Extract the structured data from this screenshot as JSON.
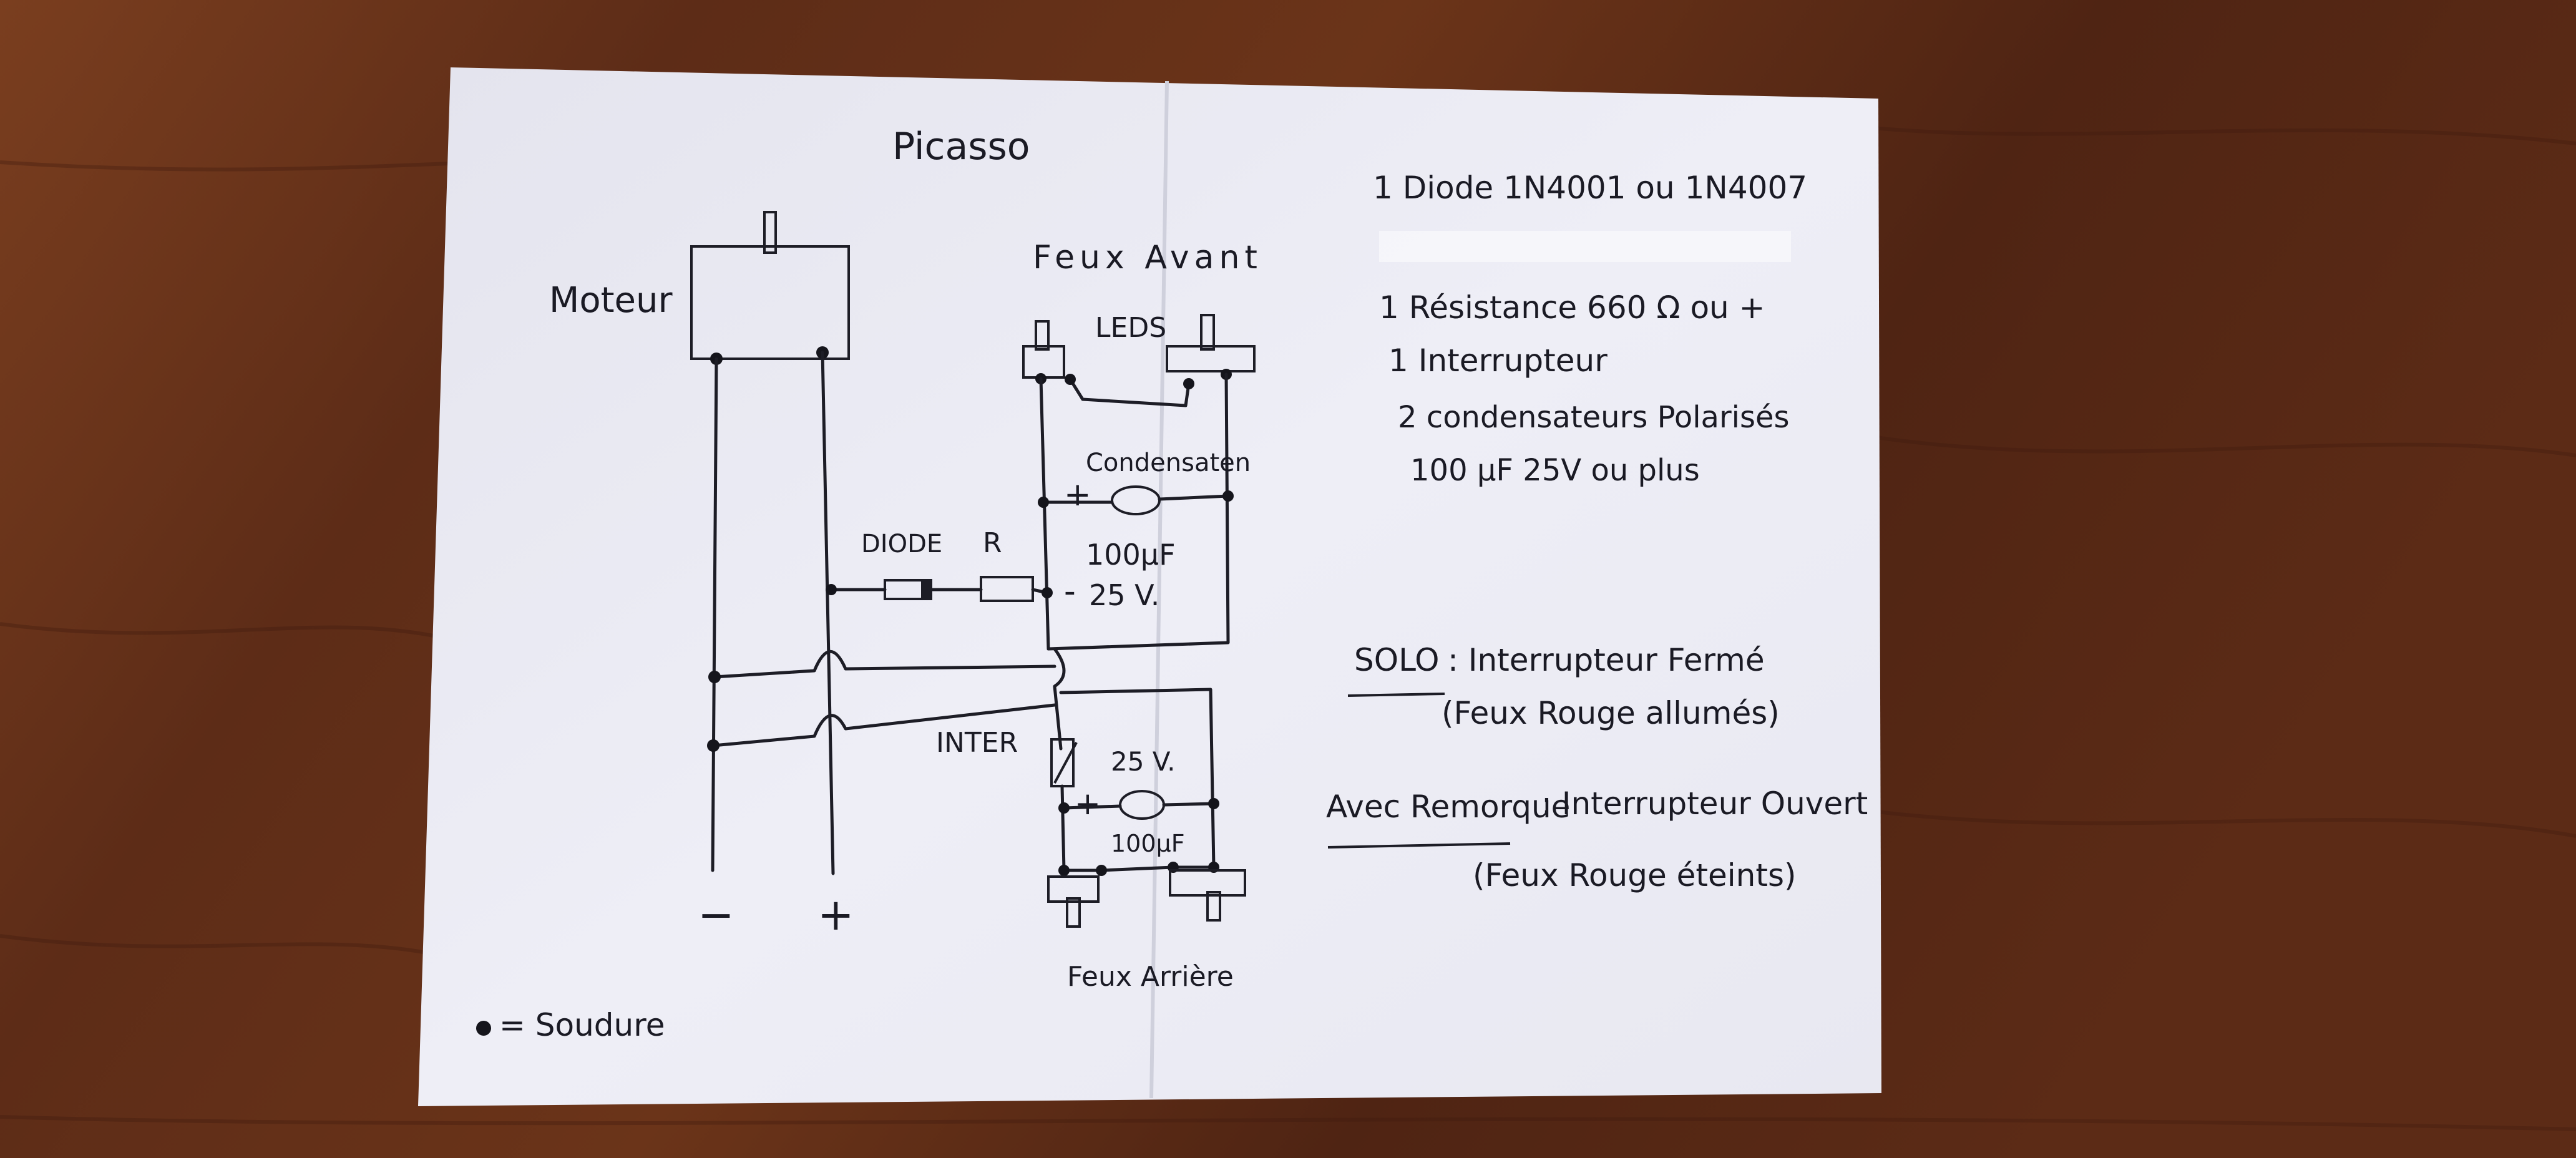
{
  "title": "Picasso",
  "diagram": {
    "moteur_label": "Moteur",
    "feux_avant_label": "Feux Avant",
    "leds_label": "LEDS",
    "condensateur_label": "Condensaten",
    "cap_top_plus": "+",
    "cap_top_minus": "-",
    "cap_top_value": "100µF",
    "cap_top_voltage": "25 V.",
    "diode_label": "DIODE",
    "r_label": "R",
    "inter_label": "INTER",
    "cap_bottom_voltage": "25 V.",
    "cap_bottom_plus": "+",
    "cap_bottom_value": "100µF",
    "feux_arriere_label": "Feux Arrière",
    "minus_terminal": "−",
    "plus_terminal": "+",
    "legend_dot": "•",
    "legend_text": "= Soudure"
  },
  "parts_list": {
    "line1": "1 Diode   1N4001 ou 1N4007",
    "line3": "1 Résistance   660 Ω ou +",
    "line4": "1 Interrupteur",
    "line5": "2 condensateurs Polarisés",
    "line6": "100 µF 25V ou plus"
  },
  "notes": {
    "solo_label": "SOLO",
    "solo_text": ": Interrupteur Fermé",
    "solo_paren": "(Feux Rouge allumés)",
    "remorque_label": "Avec Remorque",
    "remorque_text": ": Interrupteur Ouvert",
    "remorque_paren": "(Feux Rouge éteints)"
  },
  "colors": {
    "table": "#5a2a18",
    "paper": "#ebebf3",
    "ink": "#1a1a24"
  }
}
